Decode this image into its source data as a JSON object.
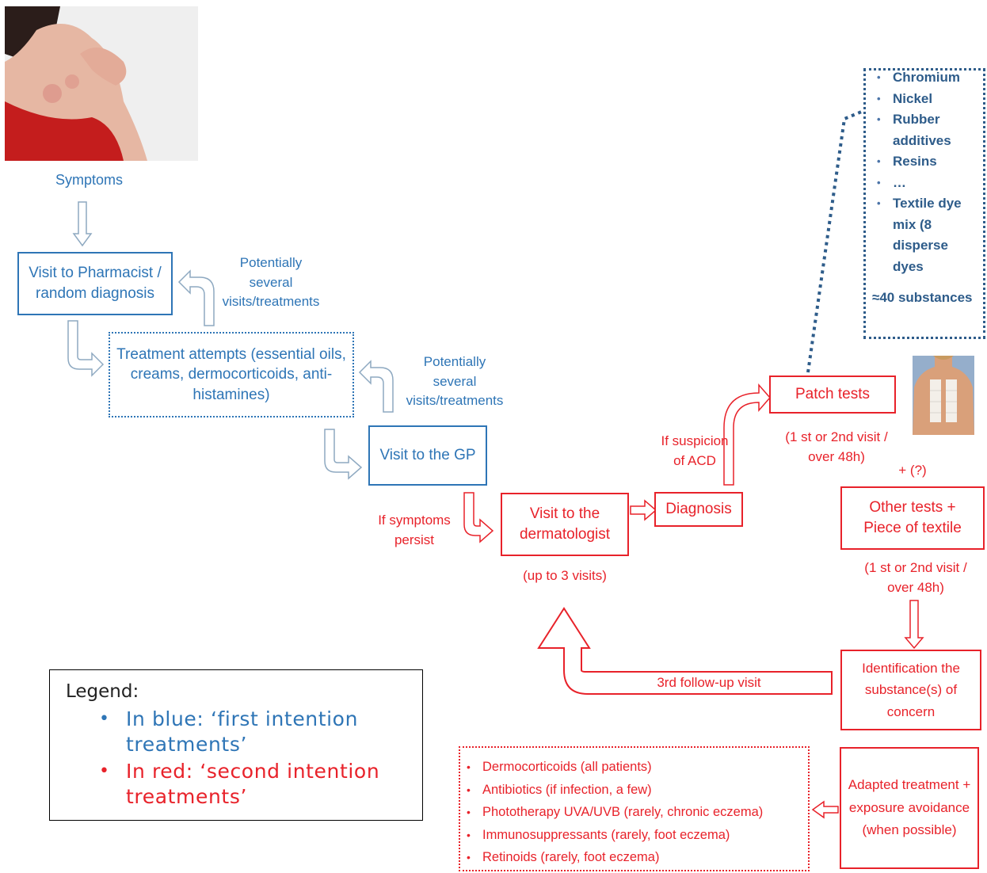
{
  "photos": {
    "person_scratching": "photo",
    "back_patch_test": "photo"
  },
  "labels": {
    "symptoms": "Symptoms",
    "potentially_several_1": "Potentially several visits/treatments",
    "potentially_several_2": "Potentially several visits/treatments",
    "if_symptoms_persist": "If symptoms persist",
    "if_suspicion_acd": "If suspicion of ACD",
    "up_to_3_visits": "(up to 3 visits)",
    "patch_visit_note": "(1 st or 2nd visit / over 48h)",
    "plus_question": "+ (?)",
    "other_visit_note": "(1 st or 2nd visit / over 48h)",
    "third_follow_up": "3rd follow-up visit"
  },
  "boxes": {
    "pharmacist": "Visit to Pharmacist / random diagnosis",
    "treatment_attempts": "Treatment attempts (essential oils, creams, dermocorticoids, anti-histamines)",
    "gp": "Visit to the GP",
    "dermatologist": "Visit to the dermatologist",
    "diagnosis": "Diagnosis",
    "patch_tests": "Patch tests",
    "other_tests": "Other tests + Piece of textile",
    "identification": "Identification the substance(s) of concern",
    "adapted_treatment": "Adapted treatment + exposure avoidance (when possible)"
  },
  "substances": {
    "items": [
      "Chromium",
      "Nickel",
      "Rubber additives",
      "Resins",
      "…",
      "Textile dye mix (8 disperse dyes"
    ],
    "total": "≈40 substances"
  },
  "treatments": [
    "Dermocorticoids (all patients)",
    "Antibiotics (if infection, a few)",
    "Phototherapy UVA/UVB (rarely, chronic eczema)",
    "Immunosuppressants (rarely, foot eczema)",
    "Retinoids (rarely, foot eczema)"
  ],
  "legend": {
    "title": "Legend:",
    "blue_item": "In blue: ‘first intention treatments’",
    "red_item": "In red: ‘second intention treatments’"
  },
  "colors": {
    "first_intention": "#2e75b6",
    "second_intention": "#e8222a",
    "substances_box": "#2e5c8a"
  }
}
